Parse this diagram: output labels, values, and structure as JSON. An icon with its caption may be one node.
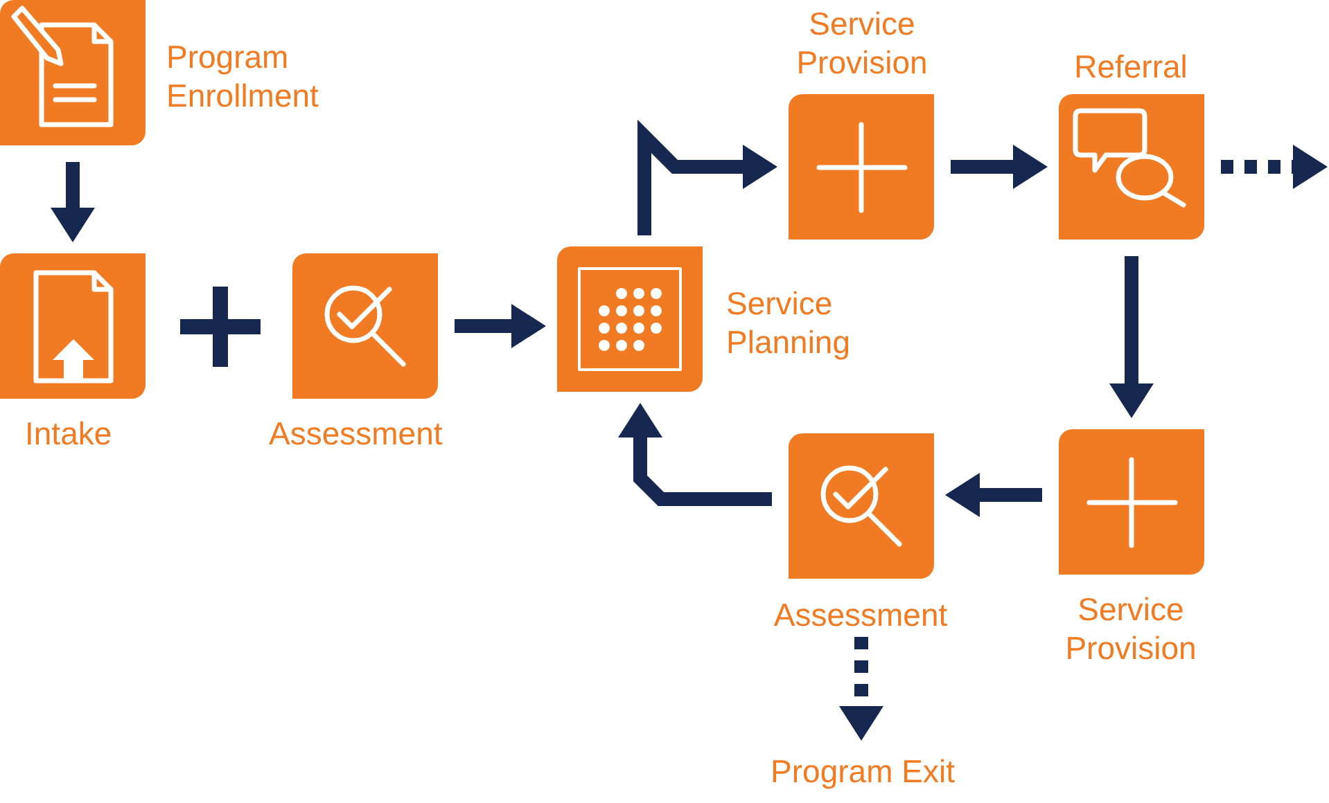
{
  "diagram": {
    "nodes": [
      {
        "text": [
          "Program Enrollment"
        ]
      },
      {
        "text": [
          "Intake"
        ]
      },
      {
        "text": [
          "Assessment"
        ]
      },
      {
        "text": [
          "Service Planning"
        ]
      },
      {
        "text": [
          "Service Provision"
        ]
      },
      {
        "text": [
          "Referral"
        ]
      },
      {
        "text": [
          "Service Provision"
        ]
      },
      {
        "text": [
          "Assessment"
        ]
      },
      {
        "text": [
          "Program Exit"
        ]
      }
    ],
    "edges": [
      {
        "from": 0,
        "to": 1,
        "arrow": "to"
      },
      {
        "from": 2,
        "to": 3,
        "arrow": "to"
      },
      {
        "from": 3,
        "to": 4,
        "arrow": "to"
      },
      {
        "from": 4,
        "to": 5,
        "arrow": "to"
      },
      {
        "from": 5,
        "to": null,
        "arrow": "to",
        "style": "dashed"
      },
      {
        "from": 5,
        "to": 6,
        "arrow": "to"
      },
      {
        "from": 6,
        "to": 7,
        "arrow": "to"
      },
      {
        "from": 7,
        "to": 3,
        "arrow": "to"
      },
      {
        "from": 7,
        "to": 8,
        "arrow": "to",
        "style": "dashed"
      }
    ]
  }
}
